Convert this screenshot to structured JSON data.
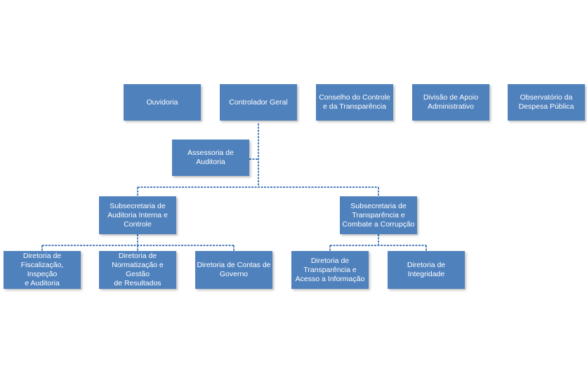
{
  "boxes": {
    "ouvidoria": "Ouvidoria",
    "controlador": "Controlador Geral",
    "conselho": "Conselho do Controle\ne da Transparência",
    "divisao": "Divisão de Apoio\nAdministrativo",
    "observatorio": "Observatório da\nDespesa Pública",
    "assessoria": "Assessoria de\nAuditoria",
    "sub_auditoria": "Subsecretaria de\nAuditoria Interna e\nControle",
    "sub_transparencia": "Subsecretaria de\nTransparência e\nCombate a Corrupção",
    "dir_fiscalizacao": "Diretoria de\nFiscalização, Inspeção\ne Auditoria",
    "dir_normatizacao": "Diretoria de\nNormatização e Gestão\nde Resultados",
    "dir_contas": "Diretoria de Contas de\nGoverno",
    "dir_transparencia": "Diretoria de\nTransparência e\nAcesso a Informação",
    "dir_integridade": "Diretoria de\nIntegridade"
  },
  "colors": {
    "box": "#4f81bd",
    "text": "#ffffff"
  }
}
